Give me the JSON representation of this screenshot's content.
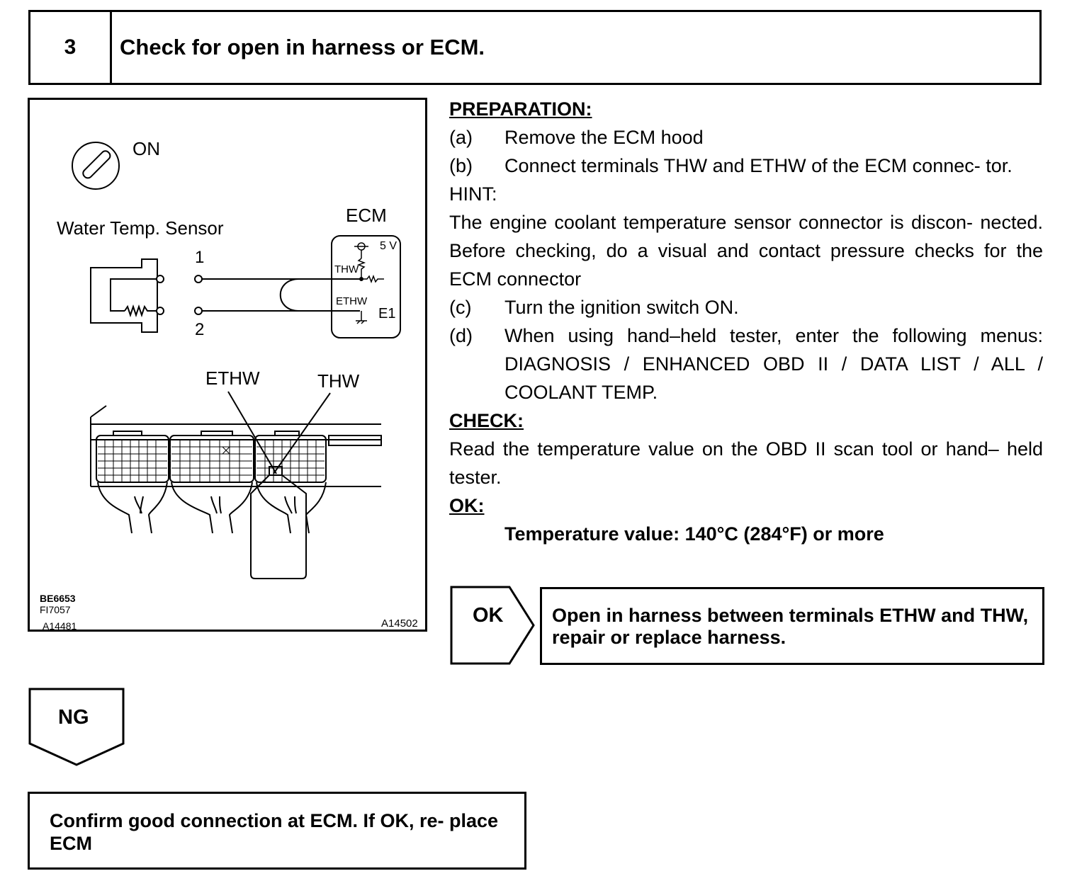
{
  "step": {
    "number": "3",
    "title": "Check for open in harness or ECM."
  },
  "figure": {
    "switch_label": "ON",
    "sensor_label": "Water Temp. Sensor",
    "ecm_label": "ECM",
    "terminal_1": "1",
    "terminal_2": "2",
    "voltage_label": "5 V",
    "thw_inner": "THW",
    "ethw_inner": "ETHW",
    "e1_label": "E1",
    "ethw_callout": "ETHW",
    "thw_callout": "THW",
    "code_1": "BE6653",
    "code_2": "FI7057",
    "code_3": "A14481",
    "code_4": "A14502"
  },
  "preparation": {
    "heading": "PREPARATION:",
    "items": [
      {
        "label": "(a)",
        "text": "Remove the ECM hood"
      },
      {
        "label": "(b)",
        "text": "Connect terminals THW and ETHW of the ECM connec- tor."
      }
    ],
    "hint_label": "HINT:",
    "hint_text": "The engine coolant temperature sensor connector is discon- nected. Before checking, do a visual and contact pressure checks for the ECM connector",
    "items2": [
      {
        "label": "(c)",
        "text": "Turn the ignition switch ON."
      },
      {
        "label": "(d)",
        "text": "When using hand–held tester, enter the following menus: DIAGNOSIS / ENHANCED OBD II / DATA LIST / ALL / COOLANT TEMP."
      }
    ]
  },
  "check": {
    "heading": "CHECK:",
    "text": "Read the temperature value on the OBD II scan tool or hand– held tester."
  },
  "ok": {
    "heading": "OK:",
    "value": "Temperature value: 140°C (284°F) or more"
  },
  "ok_result": {
    "label": "OK",
    "text": "Open in harness between terminals ETHW and THW, repair or replace harness."
  },
  "ng_result": {
    "label": "NG",
    "text": "Confirm good connection at ECM. If OK, re- place ECM"
  }
}
